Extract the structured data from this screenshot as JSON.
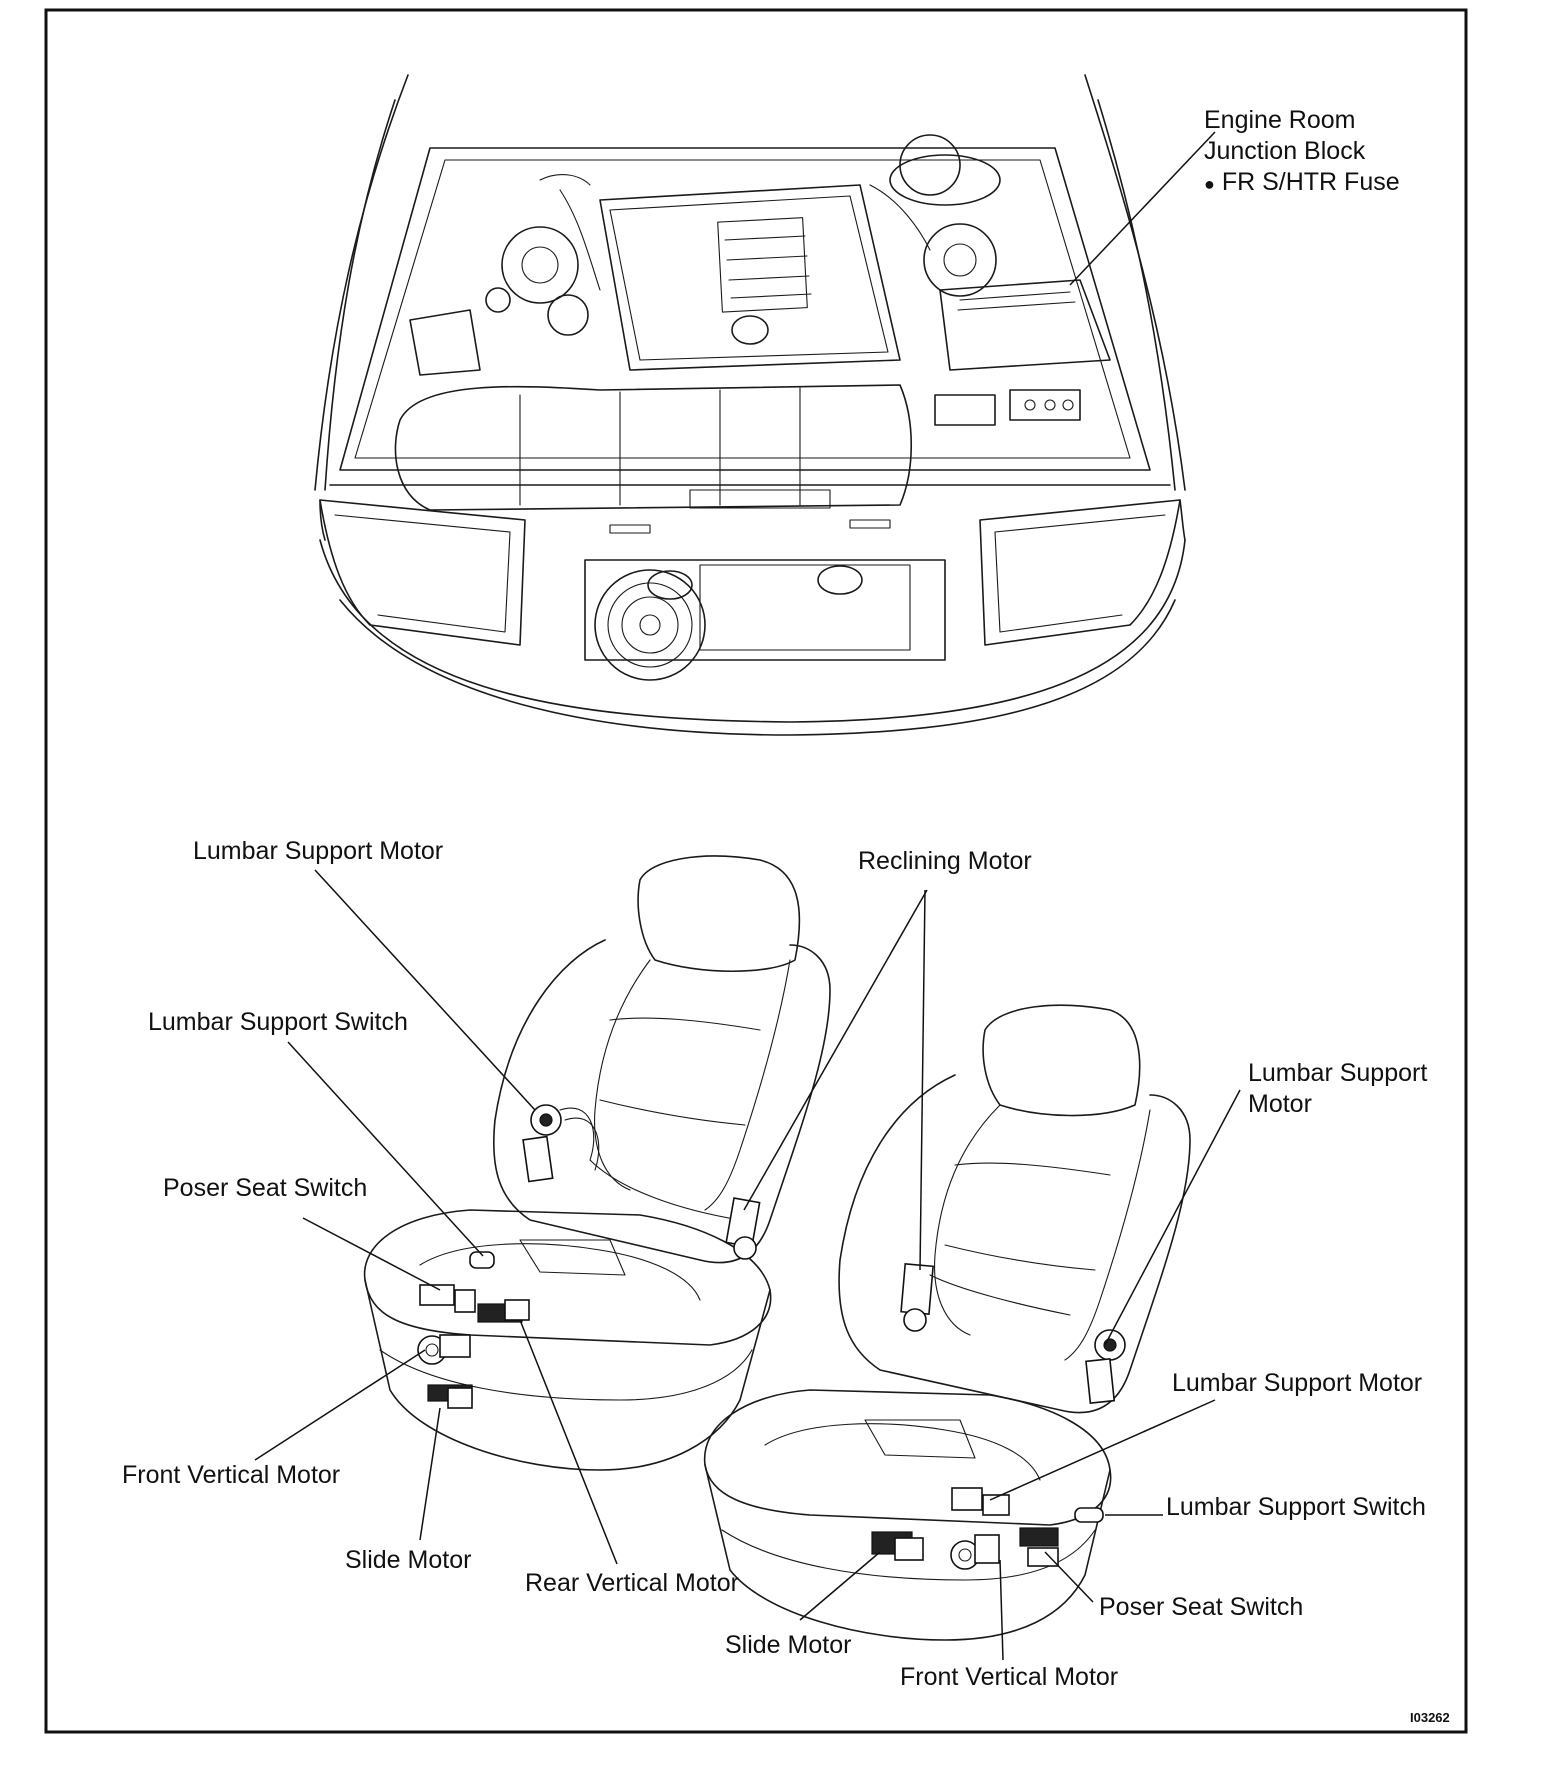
{
  "diagram": {
    "engine_room_labels": {
      "line1": "Engine Room",
      "line2": "Junction Block",
      "bullet": "●",
      "line3": "FR S/HTR Fuse"
    },
    "left_seat_labels": {
      "lumbar_support_motor": "Lumbar Support Motor",
      "reclining_motor": "Reclining Motor",
      "lumbar_support_switch": "Lumbar Support Switch",
      "poser_seat_switch": "Poser Seat Switch",
      "front_vertical_motor": "Front Vertical Motor",
      "slide_motor": "Slide Motor",
      "rear_vertical_motor": "Rear Vertical Motor"
    },
    "right_seat_labels": {
      "lumbar_support_motor_upper_line1": "Lumbar Support",
      "lumbar_support_motor_upper_line2": "Motor",
      "lumbar_support_motor_lower": "Lumbar Support Motor",
      "lumbar_support_switch": "Lumbar Support Switch",
      "poser_seat_switch": "Poser Seat Switch",
      "slide_motor": "Slide Motor",
      "front_vertical_motor": "Front Vertical Motor"
    },
    "figure_id": "I03262"
  }
}
